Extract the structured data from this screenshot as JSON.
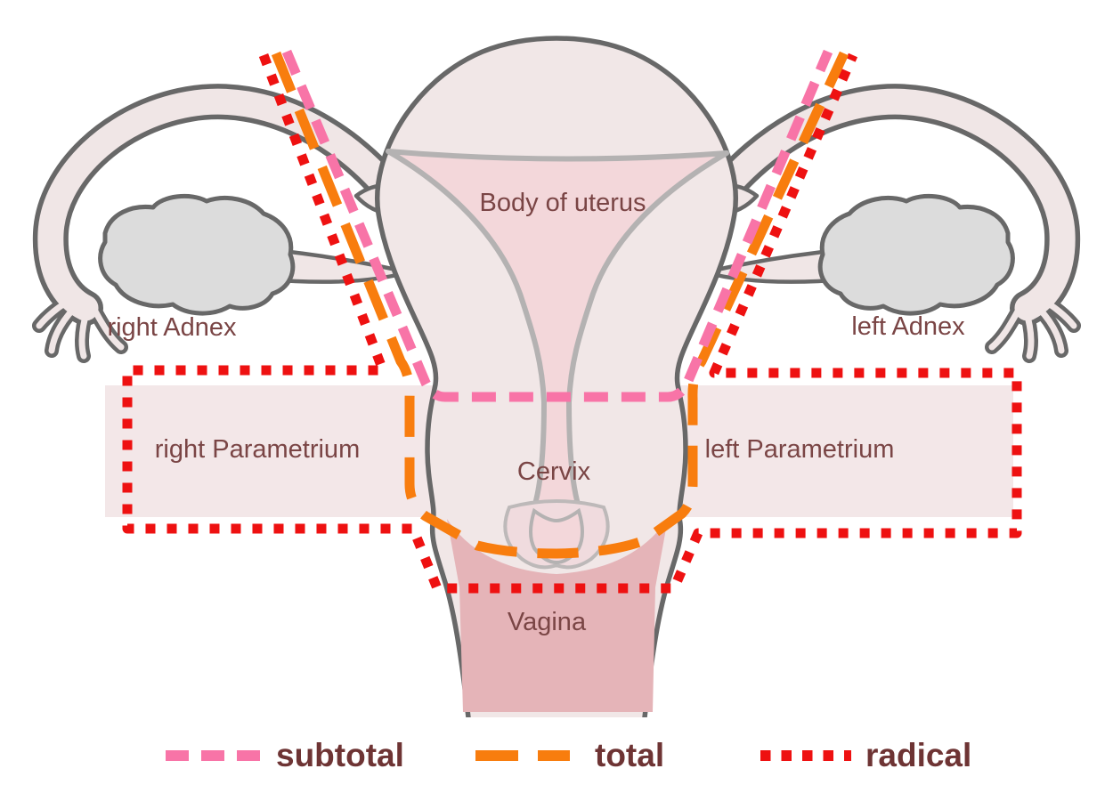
{
  "labels": {
    "body_of_uterus": "Body of uterus",
    "cervix": "Cervix",
    "vagina": "Vagina",
    "right_adnex": "right Adnex",
    "left_adnex": "left Adnex",
    "right_parametrium": "right Parametrium",
    "left_parametrium": "left Parametrium"
  },
  "legend": {
    "items": [
      {
        "label": "subtotal",
        "color": "#f874a7",
        "pattern": "dashed"
      },
      {
        "label": "total",
        "color": "#f87d0e",
        "pattern": "long-dashed"
      },
      {
        "label": "radical",
        "color": "#ee1111",
        "pattern": "dotted"
      }
    ]
  },
  "colors": {
    "body_fill": "#f1e7e7",
    "outline": "#686868",
    "cavity_fill": "#f3d7da",
    "cavity_stroke": "#b4b2b2",
    "vagina_inner_fill": "#e5b4b8",
    "cervix_tip_fill": "#f0dbde",
    "ovary_fill": "#dcdcdc",
    "parametrium_box_fill": "#f3e7e8",
    "label_text": "#7a4545",
    "legend_text": "#6e3434"
  }
}
